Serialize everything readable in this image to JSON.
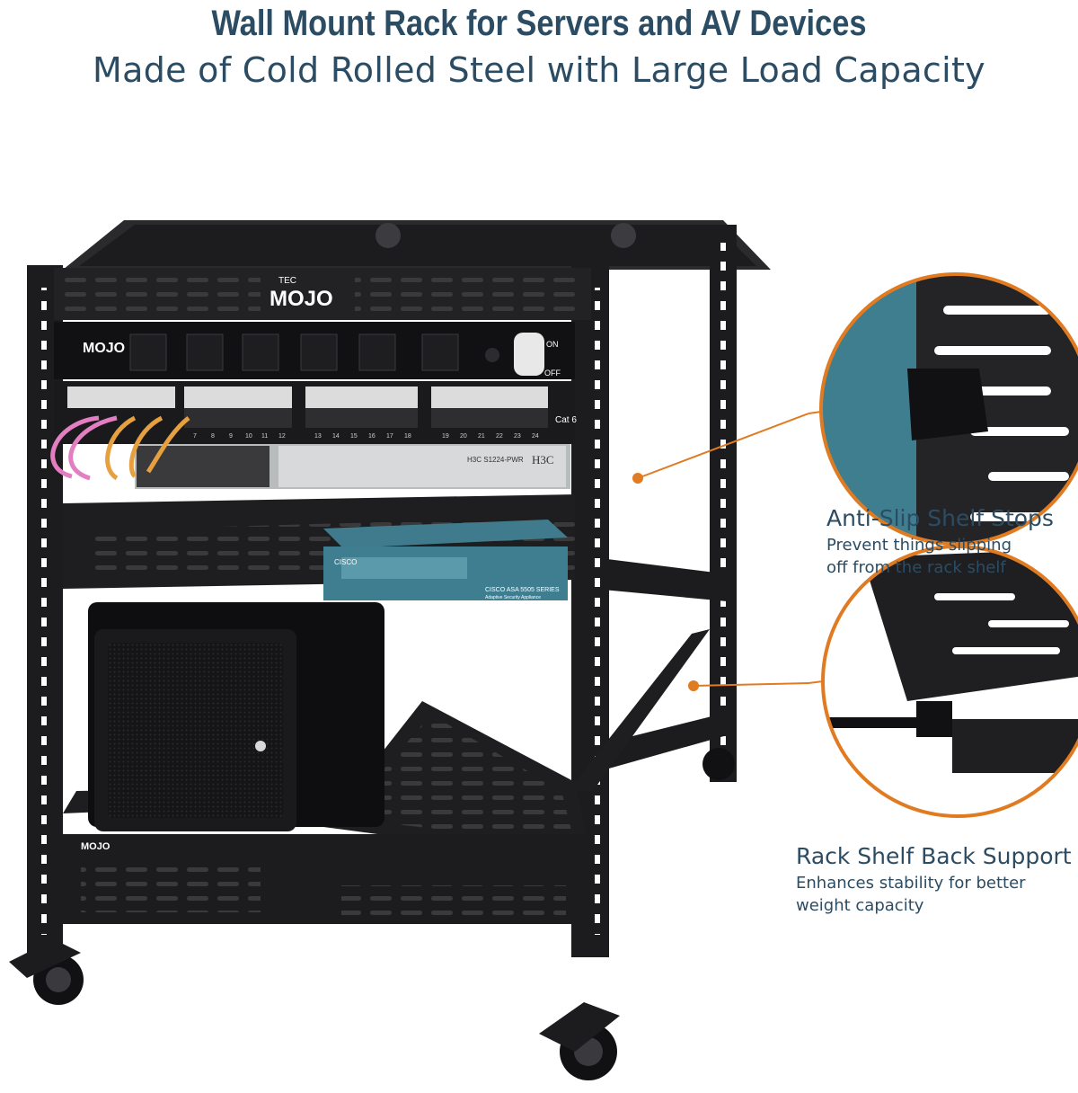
{
  "header": {
    "headline": "Wall Mount Rack for Servers and AV Devices",
    "subheadline": "Made of Cold Rolled Steel with Large Load Capacity"
  },
  "product": {
    "brand_top": "TEC",
    "brand_main": "MOJO",
    "switch_model": "H3C S1224-PWR",
    "switch_brand": "H3C",
    "firewall_brand": "CISCO",
    "firewall_model": "CISCO ASA 5505 SERIES",
    "firewall_subtitle": "Adaptive Security Appliance",
    "patch_panel_label": "Cat 6",
    "pdu_on": "ON",
    "pdu_off": "OFF",
    "port_numbers_row1": [
      "7",
      "8",
      "9",
      "10",
      "11",
      "12"
    ],
    "port_numbers_row2": [
      "13",
      "14",
      "15",
      "16",
      "17",
      "18"
    ],
    "port_numbers_row3": [
      "19",
      "20",
      "21",
      "22",
      "23",
      "24"
    ]
  },
  "callouts": [
    {
      "title": "Anti-Slip Shelf Stops",
      "description_line1": "Prevent things slipping",
      "description_line2": "off from the rack shelf"
    },
    {
      "title": "Rack Shelf Back Support",
      "description_line1": "Enhances stability for better",
      "description_line2": "weight capacity"
    }
  ],
  "colors": {
    "text": "#2b4c63",
    "accent": "#e07b22",
    "rack": "#1c1c1e"
  }
}
